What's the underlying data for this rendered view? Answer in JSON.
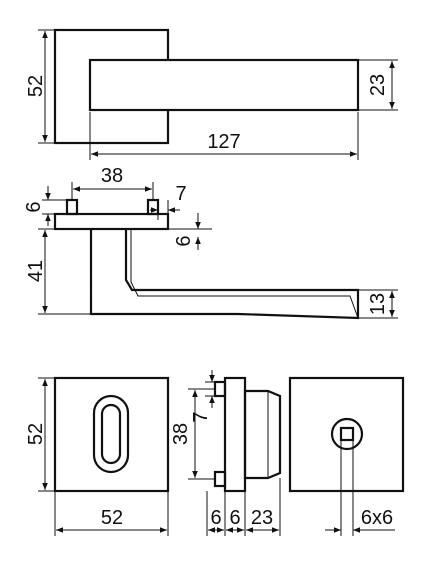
{
  "dimensions": {
    "rose_height": "52",
    "lever_height": "23",
    "lever_length": "127",
    "pin_spacing": "38",
    "pin_offset": "7",
    "pin_height": "6",
    "lever_gap": "6",
    "lever_projection": "41",
    "lever_tip_thickness": "13",
    "escutcheon_height": "52",
    "escutcheon_width": "52",
    "cyl_pin_offset": "7",
    "cyl_pin_spacing": "38",
    "cyl_depth_a": "6",
    "cyl_depth_b": "6",
    "cyl_depth_c": "23",
    "square_spindle": "6x6"
  }
}
